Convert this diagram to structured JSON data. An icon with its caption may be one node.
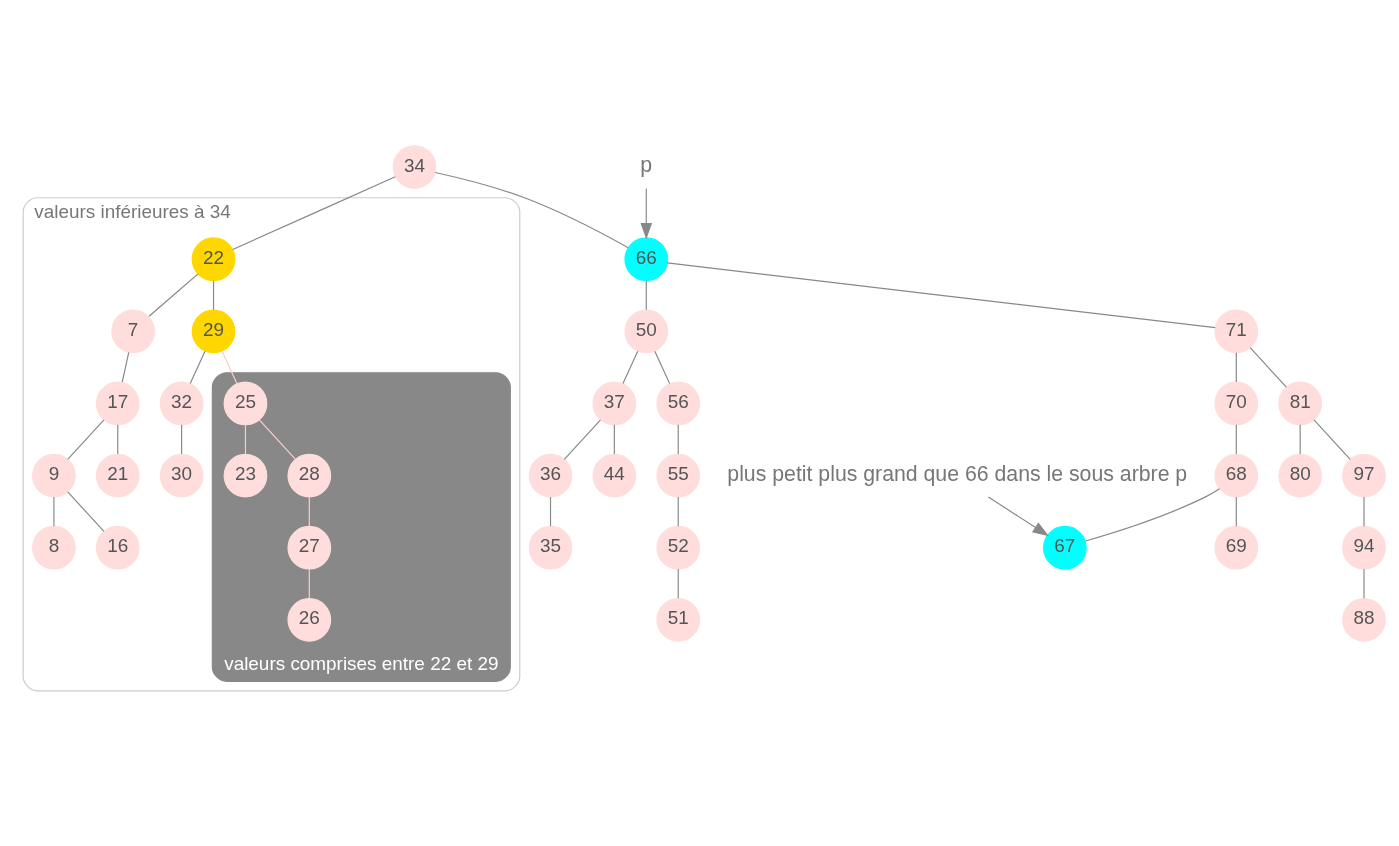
{
  "diagram": {
    "nodes": [
      {
        "text": [
          "34"
        ]
      },
      {
        "text": [
          "valeurs inférieures à 34"
        ]
      },
      {
        "text": [
          "22"
        ],
        "in": 1
      },
      {
        "text": [
          "7"
        ],
        "in": 1
      },
      {
        "text": [
          "29"
        ],
        "in": 1
      },
      {
        "text": [
          "17"
        ],
        "in": 1
      },
      {
        "text": [
          "valeurs comprises entre 22 et 29"
        ],
        "in": 1
      },
      {
        "text": [
          "25"
        ],
        "in": 6
      },
      {
        "text": [
          "32"
        ],
        "in": 1
      },
      {
        "text": [
          "9"
        ],
        "in": 1
      },
      {
        "text": [
          "21"
        ],
        "in": 1
      },
      {
        "text": [
          "23"
        ],
        "in": 6
      },
      {
        "text": [
          "28"
        ],
        "in": 6
      },
      {
        "text": [
          "30"
        ],
        "in": 1
      },
      {
        "text": [
          "8"
        ],
        "in": 1
      },
      {
        "text": [
          "16"
        ],
        "in": 1
      },
      {
        "text": [
          "27"
        ],
        "in": 6
      },
      {
        "text": [
          "26"
        ],
        "in": 6
      },
      {
        "text": [
          "66"
        ]
      },
      {
        "text": [
          "50"
        ]
      },
      {
        "text": [
          "71"
        ]
      },
      {
        "text": [
          "37"
        ]
      },
      {
        "text": [
          "56"
        ]
      },
      {
        "text": [
          "70"
        ]
      },
      {
        "text": [
          "81"
        ]
      },
      {
        "text": [
          "36"
        ]
      },
      {
        "text": [
          "44"
        ]
      },
      {
        "text": [
          "55"
        ]
      },
      {
        "text": [
          "68"
        ]
      },
      {
        "text": [
          "80"
        ]
      },
      {
        "text": [
          "97"
        ]
      },
      {
        "text": [
          "35"
        ]
      },
      {
        "text": [
          "52"
        ]
      },
      {
        "text": [
          "67"
        ]
      },
      {
        "text": [
          "69"
        ]
      },
      {
        "text": [
          "94"
        ]
      },
      {
        "text": [
          "51"
        ]
      },
      {
        "text": [
          "88"
        ]
      },
      {
        "text": [
          "p"
        ]
      },
      {
        "text": [
          "plus petit plus grand que 66 dans le sous arbre p"
        ]
      }
    ],
    "edges": [
      {
        "from": 0,
        "to": 2,
        "arrow": "none"
      },
      {
        "from": 0,
        "to": 18,
        "arrow": "none"
      },
      {
        "from": 2,
        "to": 3,
        "arrow": "none"
      },
      {
        "from": 2,
        "to": 4,
        "arrow": "none"
      },
      {
        "from": 3,
        "to": 5,
        "arrow": "none"
      },
      {
        "from": 4,
        "to": 7,
        "arrow": "none",
        "color": "#ffcccc"
      },
      {
        "from": 4,
        "to": 8,
        "arrow": "none"
      },
      {
        "from": 5,
        "to": 9,
        "arrow": "none"
      },
      {
        "from": 5,
        "to": 10,
        "arrow": "none"
      },
      {
        "from": 7,
        "to": 11,
        "arrow": "none",
        "color": "#ffcccc"
      },
      {
        "from": 7,
        "to": 12,
        "arrow": "none",
        "color": "#ffcccc"
      },
      {
        "from": 8,
        "to": 13,
        "arrow": "none"
      },
      {
        "from": 9,
        "to": 14,
        "arrow": "none"
      },
      {
        "from": 9,
        "to": 15,
        "arrow": "none"
      },
      {
        "from": 12,
        "to": 16,
        "arrow": "none",
        "color": "#ffcccc"
      },
      {
        "from": 16,
        "to": 17,
        "arrow": "none",
        "color": "#ffcccc"
      },
      {
        "from": 18,
        "to": 19,
        "arrow": "none"
      },
      {
        "from": 18,
        "to": 20,
        "arrow": "none"
      },
      {
        "from": 19,
        "to": 21,
        "arrow": "none"
      },
      {
        "from": 19,
        "to": 22,
        "arrow": "none"
      },
      {
        "from": 20,
        "to": 23,
        "arrow": "none"
      },
      {
        "from": 20,
        "to": 24,
        "arrow": "none"
      },
      {
        "from": 21,
        "to": 25,
        "arrow": "none"
      },
      {
        "from": 21,
        "to": 26,
        "arrow": "none"
      },
      {
        "from": 22,
        "to": 27,
        "arrow": "none"
      },
      {
        "from": 23,
        "to": 28,
        "arrow": "none"
      },
      {
        "from": 24,
        "to": 29,
        "arrow": "none"
      },
      {
        "from": 24,
        "to": 30,
        "arrow": "none"
      },
      {
        "from": 25,
        "to": 31,
        "arrow": "none"
      },
      {
        "from": 27,
        "to": 32,
        "arrow": "none"
      },
      {
        "from": 28,
        "to": 33,
        "arrow": "none"
      },
      {
        "from": 28,
        "to": 34,
        "arrow": "none"
      },
      {
        "from": 30,
        "to": 35,
        "arrow": "none"
      },
      {
        "from": 32,
        "to": 36,
        "arrow": "none"
      },
      {
        "from": 35,
        "to": 37,
        "arrow": "none"
      },
      {
        "from": 38,
        "to": 18,
        "arrow": "to"
      },
      {
        "from": 39,
        "to": 33,
        "arrow": "to"
      }
    ]
  }
}
